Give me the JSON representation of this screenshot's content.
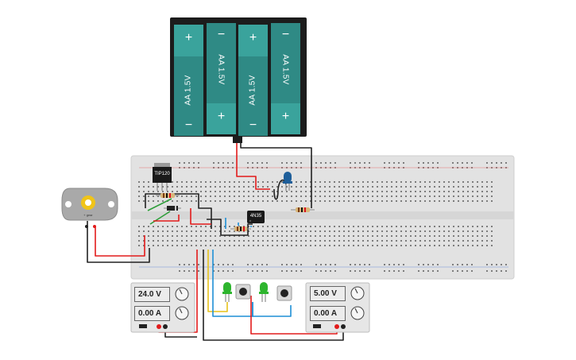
{
  "battery_pack": {
    "cells": [
      {
        "label": "AA 1.5V",
        "top_sign": "+",
        "bottom_sign": "−"
      },
      {
        "label": "AA 1.5V",
        "top_sign": "−",
        "bottom_sign": "+"
      },
      {
        "label": "AA 1.5V",
        "top_sign": "+",
        "bottom_sign": "−"
      },
      {
        "label": "AA 1.5V",
        "top_sign": "−",
        "bottom_sign": "+"
      }
    ]
  },
  "transistor": {
    "label": "TIP120"
  },
  "optocoupler": {
    "label": "4N35"
  },
  "motor": {
    "label": "+ gear"
  },
  "power_supply_left": {
    "voltage": "24.0 V",
    "current": "0.00 A"
  },
  "power_supply_right": {
    "voltage": "5.00 V",
    "current": "0.00 A"
  },
  "colors": {
    "battery_green": "#2f8a85",
    "battery_case": "#1c1c1c",
    "breadboard": "#e2e2e2",
    "wire_red": "#e21b1b",
    "wire_black": "#222222",
    "wire_blue": "#1e8fd6",
    "wire_yellow": "#e6c21b",
    "wire_green": "#2e9e3a",
    "led_green": "#2eb52e",
    "led_blue": "#1f5f9a"
  }
}
